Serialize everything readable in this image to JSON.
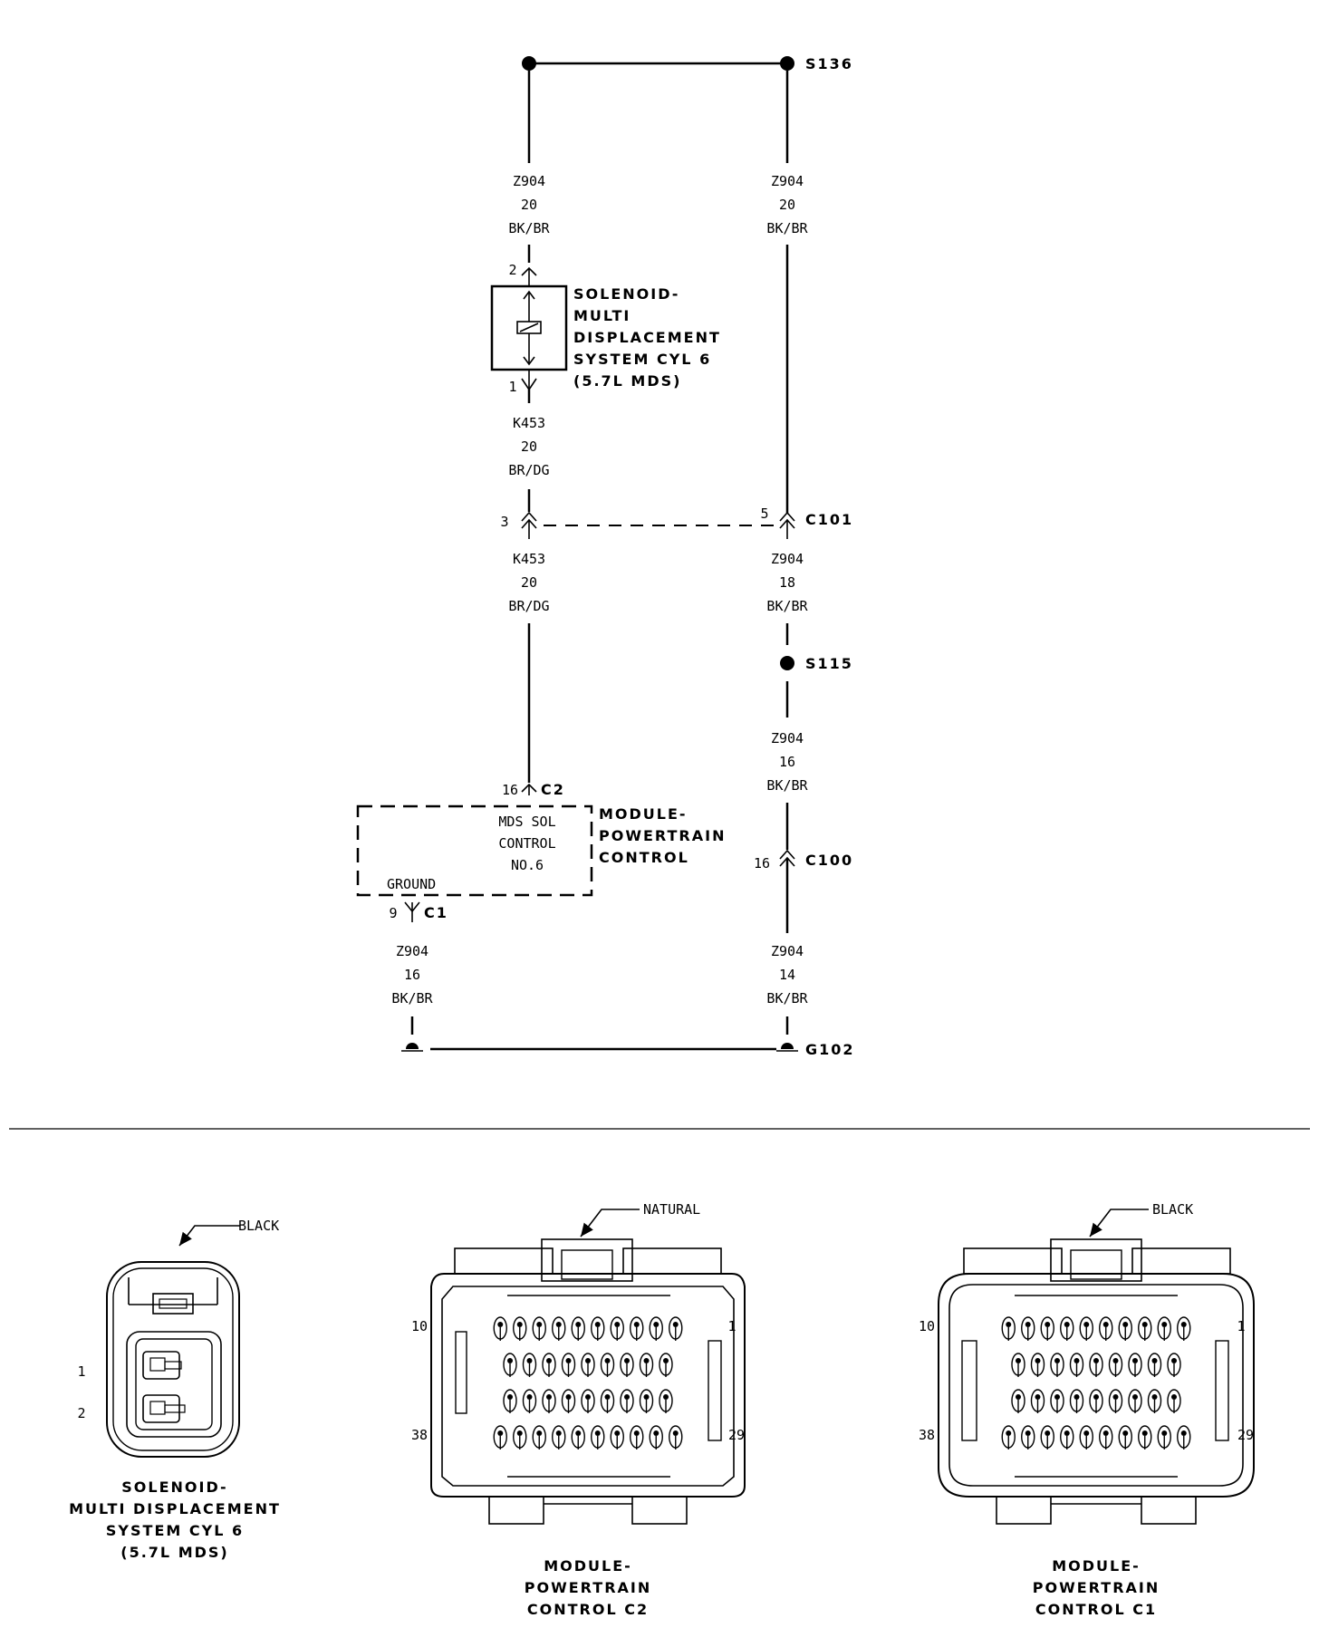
{
  "splices": {
    "s136": "S136",
    "s115": "S115"
  },
  "ground": "G102",
  "connectors": {
    "c101": "C101",
    "c100": "C100",
    "c2": "C2",
    "c1": "C1"
  },
  "pins": {
    "sol_pin2": "2",
    "sol_pin1": "1",
    "c101_left": "3",
    "c101_right": "5",
    "c2_pin": "16",
    "c1_pin": "9",
    "c100_pin": "16"
  },
  "wires": {
    "w1": {
      "circuit": "Z904",
      "gauge": "20",
      "color": "BK/BR"
    },
    "w2": {
      "circuit": "Z904",
      "gauge": "20",
      "color": "BK/BR"
    },
    "w3": {
      "circuit": "K453",
      "gauge": "20",
      "color": "BR/DG"
    },
    "w4": {
      "circuit": "K453",
      "gauge": "20",
      "color": "BR/DG"
    },
    "w5": {
      "circuit": "Z904",
      "gauge": "18",
      "color": "BK/BR"
    },
    "w6": {
      "circuit": "Z904",
      "gauge": "16",
      "color": "BK/BR"
    },
    "w7": {
      "circuit": "Z904",
      "gauge": "16",
      "color": "BK/BR"
    },
    "w8": {
      "circuit": "Z904",
      "gauge": "14",
      "color": "BK/BR"
    }
  },
  "solenoid": {
    "lines": [
      "SOLENOID-",
      "MULTI",
      "DISPLACEMENT",
      "SYSTEM CYL 6",
      "(5.7L MDS)"
    ]
  },
  "pcm": {
    "lines": [
      "MODULE-",
      "POWERTRAIN",
      "CONTROL"
    ],
    "internal": [
      "MDS SOL",
      "CONTROL",
      "NO.6"
    ],
    "ground_label": "GROUND"
  },
  "views": {
    "sol": {
      "color": "BLACK",
      "pin1": "1",
      "pin2": "2",
      "title": [
        "SOLENOID-",
        "MULTI DISPLACEMENT",
        "SYSTEM CYL 6",
        "(5.7L MDS)"
      ]
    },
    "c2": {
      "color": "NATURAL",
      "pin10": "10",
      "pin1": "1",
      "pin38": "38",
      "pin29": "29",
      "title": [
        "MODULE-",
        "POWERTRAIN",
        "CONTROL C2"
      ]
    },
    "c1": {
      "color": "BLACK",
      "pin10": "10",
      "pin1": "1",
      "pin38": "38",
      "pin29": "29",
      "title": [
        "MODULE-",
        "POWERTRAIN",
        "CONTROL C1"
      ]
    }
  }
}
